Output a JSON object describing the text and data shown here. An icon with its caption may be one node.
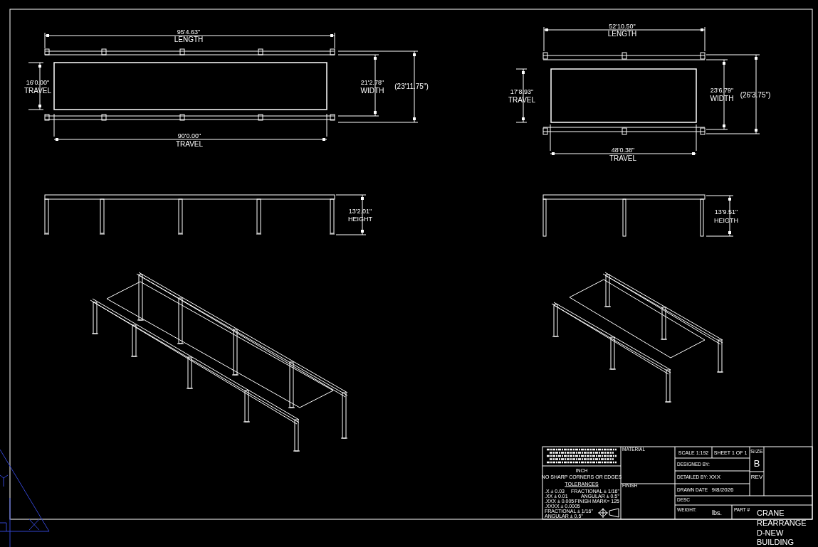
{
  "diagram": {
    "labels": [
      "95'4.63\"",
      "LENGTH",
      "16'0.00\"",
      "TRAVEL",
      "21'2.78\"",
      "WIDTH",
      "(23'11.75\")",
      "90'0.00\"",
      "TRAVEL",
      "52'10.50\"",
      "LENGTH",
      "17'8.93\"",
      "TRAVEL",
      "23'6.79\"",
      "WIDTH",
      "(26'3.75\")",
      "48'0.38\"",
      "TRAVEL",
      "13'2.01\"",
      "HEIGHT",
      "13'9.51\"",
      "HEIGTH",
      "INCH",
      "NO SHARP CORNERS OR EDGES",
      "TOLERANCES",
      ".X ± 0.03",
      "FRACTIONAL ± 1/16\"",
      ".XX ± 0.01",
      "ANGULAR ± 0.5°",
      ".XXX ± 0.005",
      "FINISH MARK= 125",
      ".XXXX ± 0.0005",
      "FRACTIONAL ± 1/16\"",
      "ANGULAR ± 0.5°",
      "MATERIAL",
      "FINISH",
      "SCALE 1:192",
      "SHEET 1 OF 1",
      "SIZE",
      "B",
      "DESIGNED BY:",
      "DETAILED BY:",
      "XXX",
      "REV",
      "DRAWN DATE",
      "9/8/2026",
      "DESC",
      "WEIGHT:",
      "lbs.",
      "PART #",
      "CRANE",
      "REARRANGE",
      "D-NEW",
      "BUILDING"
    ]
  }
}
